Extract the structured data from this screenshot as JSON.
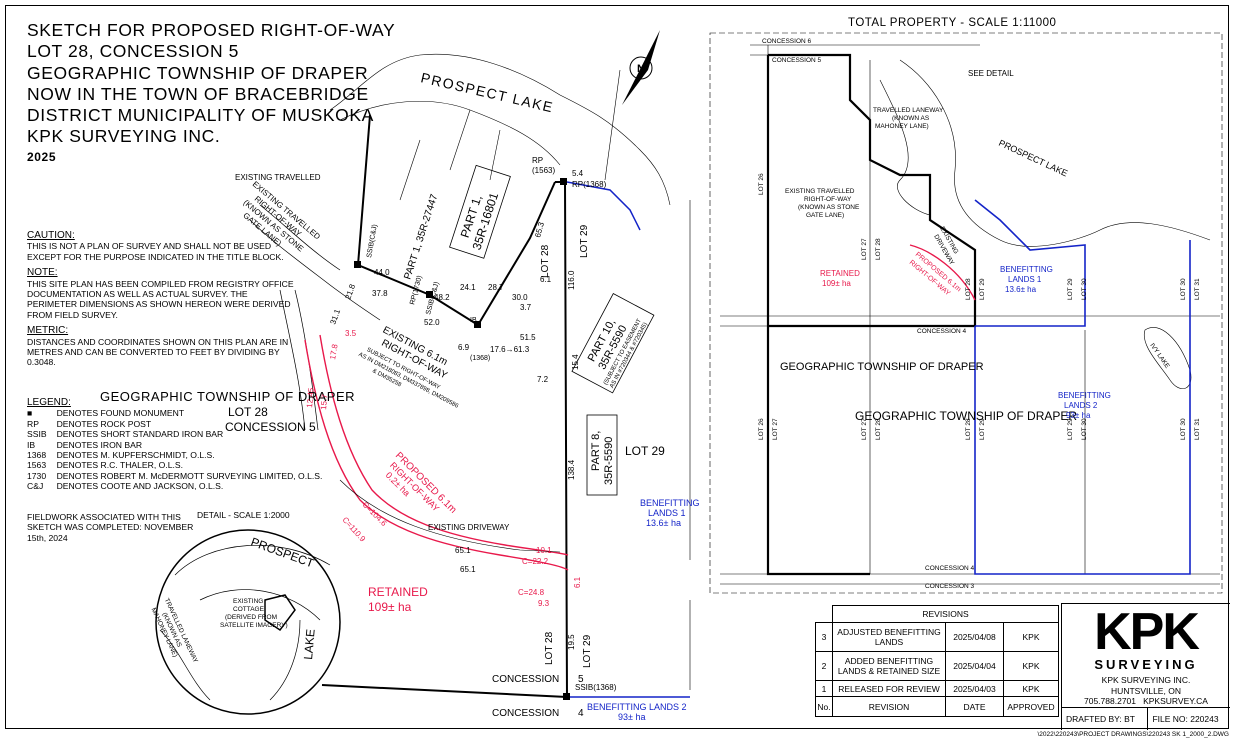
{
  "title_lines": [
    "SKETCH FOR PROPOSED RIGHT-OF-WAY",
    "LOT 28, CONCESSION 5",
    "GEOGRAPHIC TOWNSHIP OF DRAPER",
    "NOW IN THE TOWN OF BRACEBRIDGE",
    "DISTRICT MUNICIPALITY OF MUSKOKA",
    "KPK SURVEYING INC."
  ],
  "year": "2025",
  "caution": {
    "heading": "CAUTION:",
    "text": "THIS IS NOT A PLAN OF SURVEY AND SHALL NOT BE USED EXCEPT FOR THE PURPOSE INDICATED IN THE TITLE BLOCK."
  },
  "note": {
    "heading": "NOTE:",
    "text": "THIS SITE PLAN HAS BEEN COMPILED FROM REGISTRY OFFICE DOCUMENTATION AS WELL AS ACTUAL SURVEY. THE PERIMETER DIMENSIONS AS SHOWN HEREON WERE DERIVED FROM FIELD SURVEY."
  },
  "metric": {
    "heading": "METRIC:",
    "text": "DISTANCES AND COORDINATES SHOWN ON THIS PLAN ARE IN METRES AND CAN BE CONVERTED TO FEET BY DIVIDING BY 0.3048."
  },
  "legend": {
    "heading": "LEGEND:",
    "rows": [
      {
        "sym": "■",
        "text": "DENOTES FOUND MONUMENT"
      },
      {
        "sym": "RP",
        "text": "DENOTES ROCK POST"
      },
      {
        "sym": "SSIB",
        "text": "DENOTES SHORT STANDARD IRON BAR"
      },
      {
        "sym": "IB",
        "text": "DENOTES IRON BAR"
      },
      {
        "sym": "1368",
        "text": "DENOTES M. KUPFERSCHMIDT, O.L.S."
      },
      {
        "sym": "1563",
        "text": "DENOTES R.C. THALER, O.L.S."
      },
      {
        "sym": "1730",
        "text": "DENOTES ROBERT M. McDERMOTT SURVEYING LIMITED, O.L.S."
      },
      {
        "sym": "C&J",
        "text": "DENOTES COOTE AND JACKSON, O.L.S."
      }
    ]
  },
  "fieldwork": "FIELDWORK ASSOCIATED WITH THIS SKETCH WAS COMPLETED: NOVEMBER 15th, 2024",
  "sketch_labels": {
    "prospect_lake": "PROSPECT LAKE",
    "twp": "GEOGRAPHIC TOWNSHIP OF DRAPER",
    "lot28": "LOT 28",
    "conc5": "CONCESSION 5",
    "lot29": "LOT 29",
    "existing_row": [
      "EXISTING TRAVELLED",
      "RIGHT-OF-WAY",
      "(KNOWN AS STONE",
      "GATE LANE)"
    ],
    "existing_61": [
      "EXISTING 6.1m",
      "RIGHT-OF-WAY"
    ],
    "subject": [
      "SUBJECT TO RIGHT-OF-WAY",
      "AS IN DM218083, DM337898, DM209586",
      "& DM35258"
    ],
    "part1": [
      "PART 1,",
      "35R-16801"
    ],
    "part1b": "PART 1, 35R-27447",
    "part10": [
      "PART 10,",
      "35R-5590"
    ],
    "part10_sub": [
      "(SUBJECT TO EASEMENT",
      "AS IN #720344 & #720345)"
    ],
    "part8": [
      "PART 8,",
      "35R-5590"
    ],
    "proposed": [
      "PROPOSED 6.1m",
      "RIGHT-OF-WAY",
      "0.2± ha"
    ],
    "existing_driveway": "EXISTING DRIVEWAY",
    "retained": "RETAINED",
    "retained_size": "109± ha",
    "benefitting1": [
      "BENEFITTING",
      "LANDS 1",
      "13.6± ha"
    ],
    "benefitting2": [
      "BENEFITTING LANDS 2",
      "93± ha"
    ],
    "concession5": "CONCESSION",
    "conc5num": "5",
    "concession4": "CONCESSION",
    "conc4num": "4",
    "rp1563": "RP",
    "rp1563b": "(1563)",
    "rp1368": "RP(1368)",
    "ssib1368": "SSIB(1368)",
    "dims": {
      "d5_4": "5.4",
      "d116": "116.0",
      "d138": "138.4",
      "d19": "19.5",
      "d44": "44.0",
      "d37": "37.8",
      "d482": "48.2",
      "d52": "52.0",
      "d241": "24.1",
      "d287": "28.7",
      "d300": "30.0",
      "d653": "65.3",
      "d61": "6.1",
      "d37b": "3.7",
      "d515": "51.5",
      "d613": "17.6→61.3",
      "d69": "6.9",
      "d72": "7.2",
      "d154": "15.4",
      "d218": "21.8",
      "d311": "31.1",
      "d35": "3.5",
      "d178": "17.8",
      "d157": "15.7",
      "d1245": "12.45",
      "c1106": "C=110.9",
      "c1046": "C=104.6",
      "d651": "65.1",
      "d651b": "65.1",
      "d101": "10.1",
      "c222": "C=22.2",
      "c248": "C=24.8",
      "d93": "9.3",
      "d61b": "6.1",
      "ssib": "SSIB(C&J)",
      "rp1730": "RP(1730)",
      "ssibcj": "SSIB(C&J)",
      "ib": "IB",
      "ib1368": "(1368)"
    }
  },
  "detail": {
    "title": "DETAIL - SCALE 1:2000",
    "prospect": "PROSPECT",
    "lake": "LAKE",
    "cottage": [
      "EXISTING",
      "COTTAGE",
      "(DERIVED FROM",
      "SATELLITE IMAGERY)"
    ],
    "laneway": [
      "TRAVELLED LANEWAY",
      "(KNOWN AS",
      "MAHONEY LANE)"
    ]
  },
  "total": {
    "title": "TOTAL PROPERTY - SCALE 1:11000",
    "concession6": "CONCESSION 6",
    "concession5": "CONCESSION 5",
    "concession4": "CONCESSION 4",
    "concession3": "CONCESSION 3",
    "see_detail": "SEE DETAIL",
    "laneway": [
      "TRAVELLED LANEWAY",
      "(KNOWN AS",
      "MAHONEY LANE)"
    ],
    "existing_row": [
      "EXISTING TRAVELLED",
      "RIGHT-OF-WAY",
      "(KNOWN AS STONE",
      "GATE LANE)"
    ],
    "prospect_lake": "PROSPECT LAKE",
    "existing_driveway": [
      "EXISTING",
      "DRIVEWAY"
    ],
    "proposed": [
      "PROPOSED 6.1m",
      "RIGHT-OF-WAY"
    ],
    "retained": "RETAINED",
    "retained_size": "109± ha",
    "benefitting1": [
      "BENEFITTING",
      "LANDS 1",
      "13.6± ha"
    ],
    "benefitting2": [
      "BENEFITTING",
      "LANDS 2",
      "93± ha"
    ],
    "twp": "GEOGRAPHIC TOWNSHIP OF DRAPER",
    "ivy_lake": "IVY LAKE",
    "lots": [
      "LOT 26",
      "LOT 27",
      "LOT 28",
      "LOT 29",
      "LOT 30",
      "LOT 31"
    ]
  },
  "revisions": {
    "heading": "REVISIONS",
    "rows": [
      {
        "no": "3",
        "desc": "ADJUSTED BENEFITTING LANDS",
        "date": "2025/04/08",
        "by": "KPK"
      },
      {
        "no": "2",
        "desc": "ADDED BENEFITTING LANDS & RETAINED SIZE",
        "date": "2025/04/04",
        "by": "KPK"
      },
      {
        "no": "1",
        "desc": "RELEASED FOR REVIEW",
        "date": "2025/04/03",
        "by": "KPK"
      }
    ],
    "cols": {
      "no": "No.",
      "desc": "REVISION",
      "date": "DATE",
      "by": "APPROVED"
    }
  },
  "company": {
    "logo": "KPK",
    "surveying": "SURVEYING",
    "name": "KPK SURVEYING INC.",
    "city": "HUNTSVILLE, ON",
    "phone": "705.788.2701",
    "web": "KPKSURVEY.CA"
  },
  "drafted": "DRAFTED BY: BT",
  "file_no": "FILE NO: 220243",
  "file_path": "\\2022\\220243\\PROJECT DRAWINGS\\220243 SK 1_2000_2.DWG",
  "north": "N",
  "colors": {
    "red": "#e8194b",
    "blue": "#1424c8"
  }
}
